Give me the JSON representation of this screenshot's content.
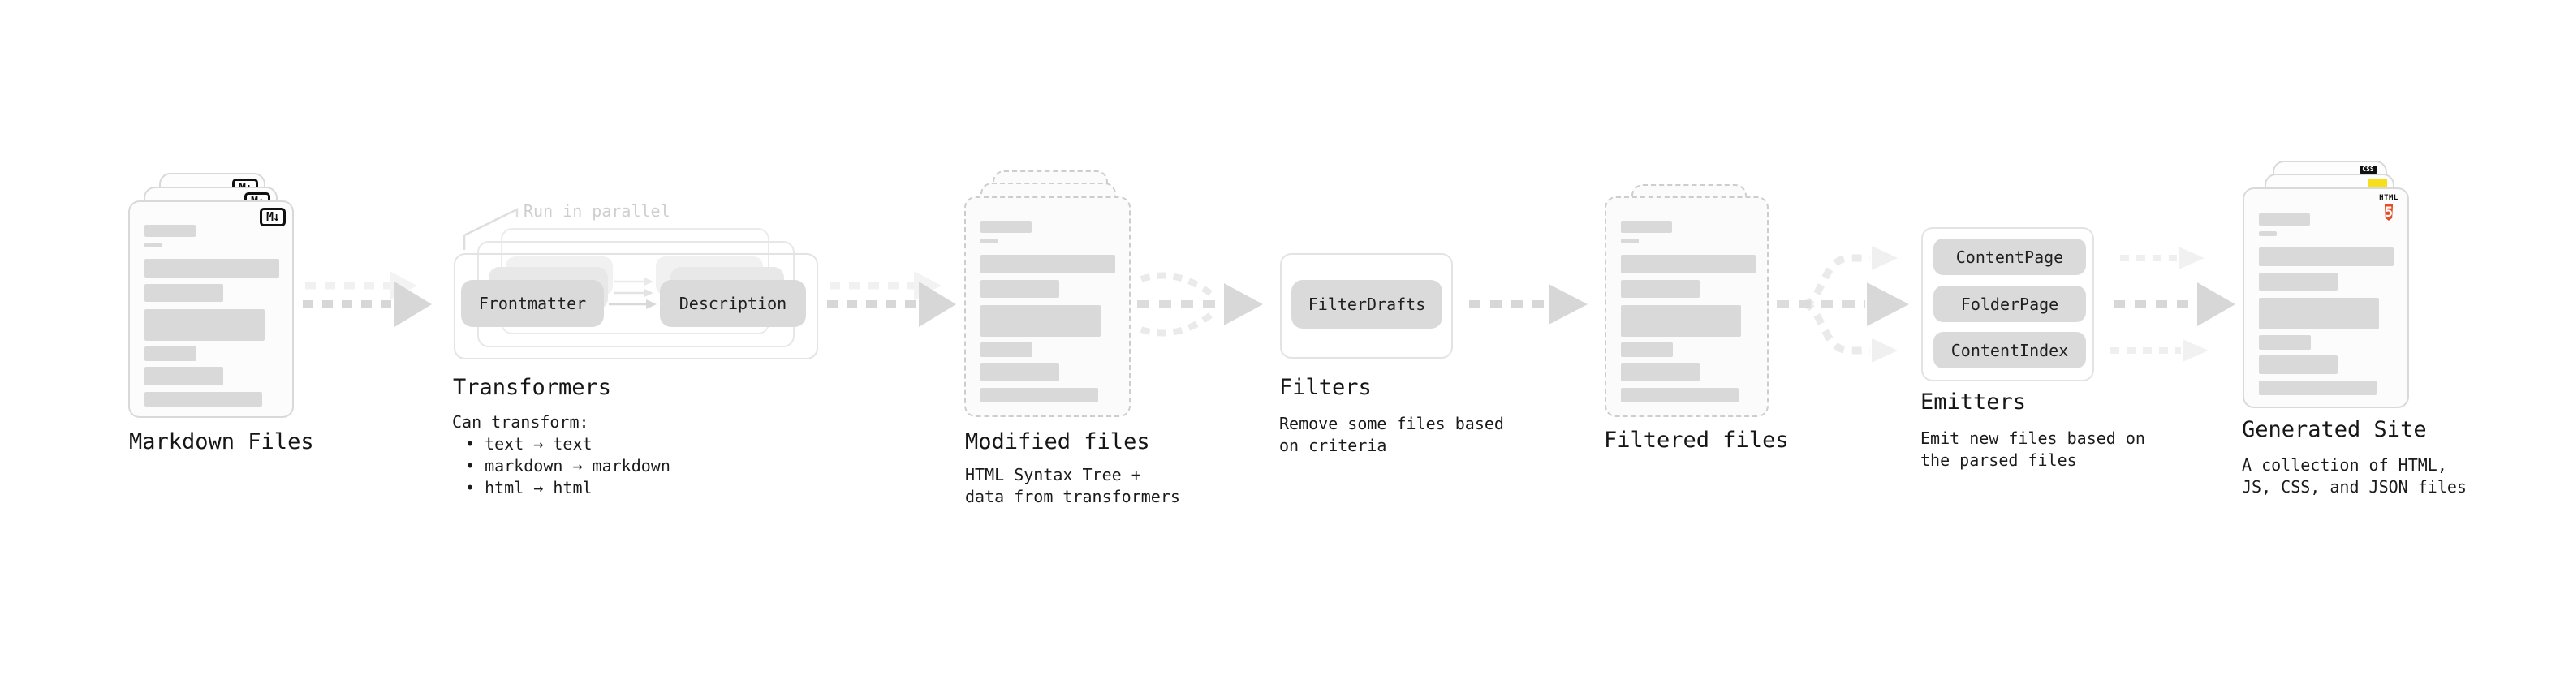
{
  "stages": {
    "markdown_files": {
      "label": "Markdown Files",
      "badge": "M↓"
    },
    "transformers": {
      "label": "Transformers",
      "annotation": "Run in parallel",
      "pill_left": "Frontmatter",
      "pill_right": "Description",
      "desc_heading": "Can transform:",
      "bullets": [
        "• text → text",
        "• markdown → markdown",
        "• html → html"
      ]
    },
    "modified_files": {
      "label": "Modified files",
      "desc": [
        "HTML Syntax Tree +",
        "data from transformers"
      ]
    },
    "filters": {
      "label": "Filters",
      "pill": "FilterDrafts",
      "desc": [
        "Remove some files based",
        "on criteria"
      ]
    },
    "filtered_files": {
      "label": "Filtered files"
    },
    "emitters": {
      "label": "Emitters",
      "pills": [
        "ContentPage",
        "FolderPage",
        "ContentIndex"
      ],
      "desc": [
        "Emit new files based on",
        "the parsed files"
      ]
    },
    "generated_site": {
      "label": "Generated Site",
      "desc": [
        "A collection of HTML,",
        "JS, CSS, and JSON files"
      ],
      "badges": {
        "css_label": "CSS",
        "html_label": "HTML",
        "html5_number": "5"
      }
    }
  },
  "colors": {
    "bar_gray": "#d9d9d9",
    "pill_gray": "#dadada",
    "dashed_border": "#cdcdcd",
    "arrow_dark": "#d7d7d7",
    "arrow_light": "#efefef",
    "annotation_gray": "#cecece",
    "text": "#1a1a1a",
    "html5_orange": "#e44d26",
    "js_yellow": "#f7df1e",
    "css_blue": "#2965f1",
    "badge_border": "#111111"
  }
}
